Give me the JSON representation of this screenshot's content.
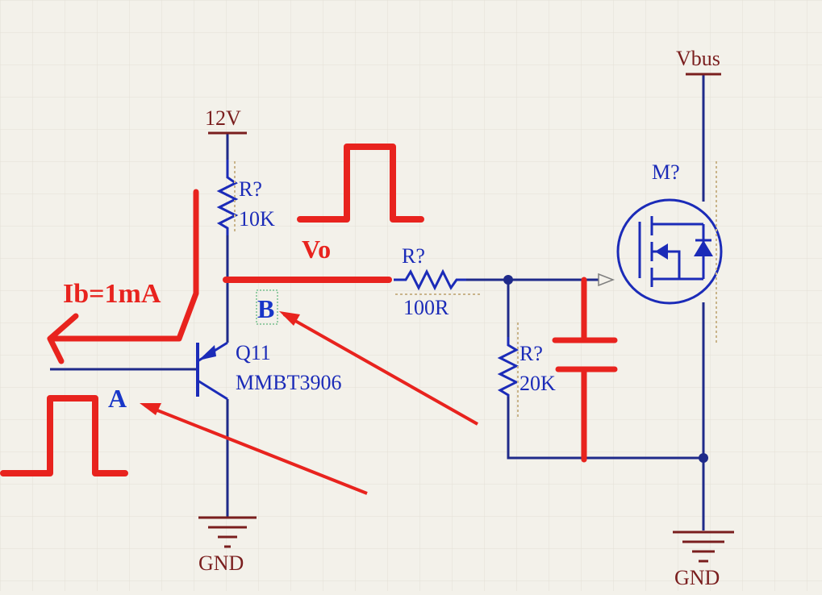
{
  "labels": {
    "v12": "12V",
    "vbus": "Vbus",
    "gnd_left": "GND",
    "gnd_right": "GND",
    "r1_ref": "R?",
    "r1_val": "10K",
    "r2_ref": "R?",
    "r2_val": "100R",
    "r3_ref": "R?",
    "r3_val": "20K",
    "q_ref": "Q11",
    "q_part": "MMBT3906",
    "m_ref": "M?",
    "vo": "Vo",
    "ib": "Ib=1mA",
    "node_a": "A",
    "node_b": "B"
  },
  "colors": {
    "background": "#f3f1ea",
    "grid": "#e3e0d6",
    "wire": "#1f2a8a",
    "symbol": "#1b2bb8",
    "power_label": "#7a1e1e",
    "annotation": "#e8231e",
    "node_label": "#1836c8"
  }
}
